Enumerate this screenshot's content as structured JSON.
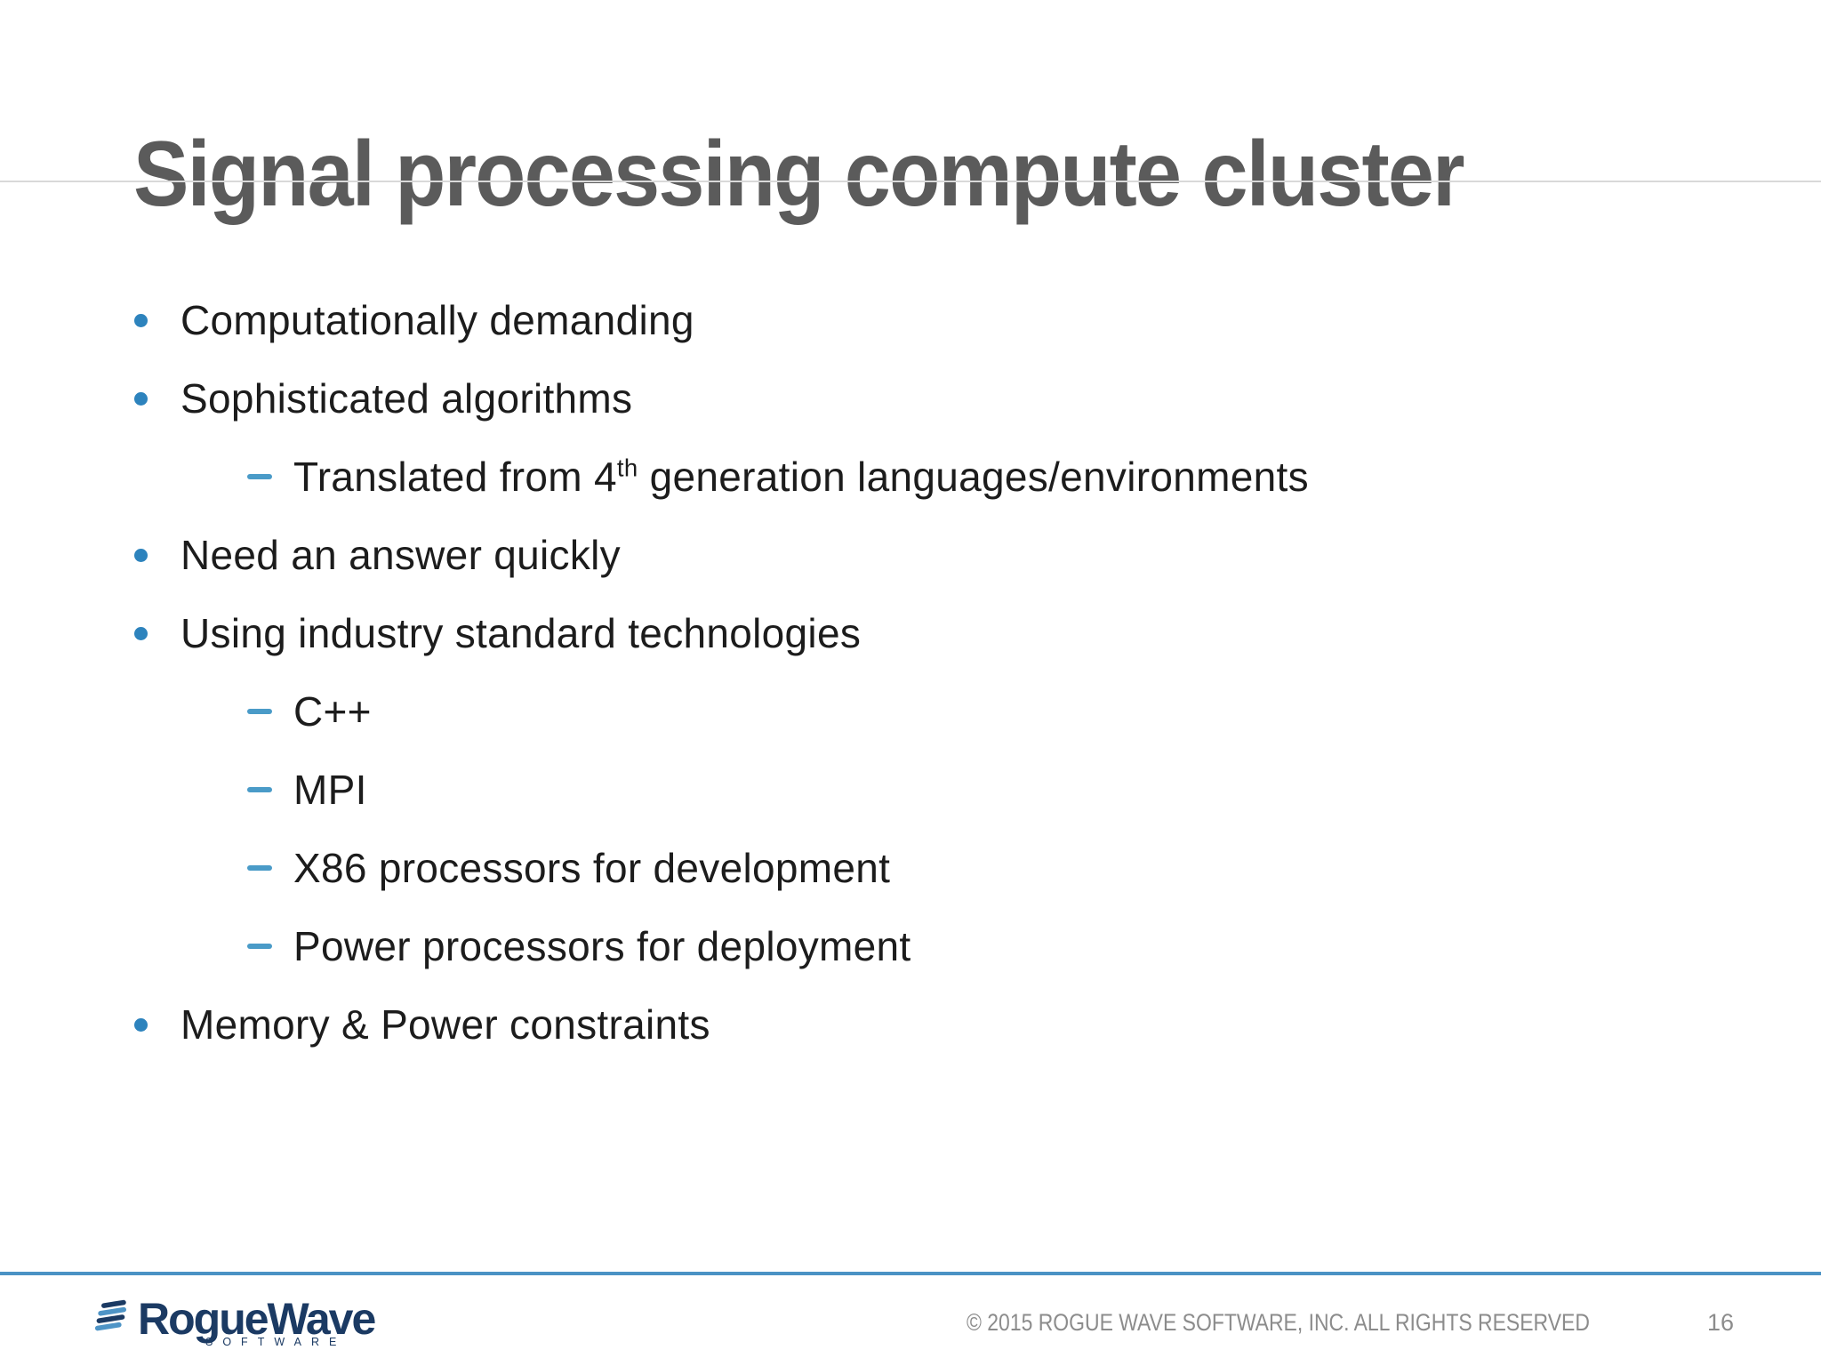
{
  "colors": {
    "title_gray": "#5b5b5b",
    "body_text": "#1c1c1c",
    "bullet_dot_blue": "#2d83bd",
    "dash_blue": "#4a9bc8",
    "footer_line_blue": "#4a92c4",
    "logo_navy": "#1b3a63",
    "logo_light_blue": "#4e94c6",
    "footer_text_gray": "#8c8c8c"
  },
  "slide": {
    "title": "Signal processing compute cluster",
    "bullets": [
      {
        "level": 1,
        "text": "Computationally demanding"
      },
      {
        "level": 1,
        "text": "Sophisticated algorithms"
      },
      {
        "level": 2,
        "text_prefix": "Translated from 4",
        "superscript": "th",
        "text_suffix": " generation languages/environments"
      },
      {
        "level": 1,
        "text": "Need an answer quickly"
      },
      {
        "level": 1,
        "text": "Using industry standard technologies"
      },
      {
        "level": 2,
        "text": "C++"
      },
      {
        "level": 2,
        "text": "MPI"
      },
      {
        "level": 2,
        "text": "X86 processors for development"
      },
      {
        "level": 2,
        "text": "Power processors for deployment"
      },
      {
        "level": 1,
        "text": "Memory & Power constraints"
      }
    ]
  },
  "footer": {
    "logo": {
      "brand": "RogueWave",
      "subtext": "SOFTWARE"
    },
    "copyright": "© 2015 ROGUE WAVE SOFTWARE, INC. ALL RIGHTS RESERVED",
    "page_number": "16"
  }
}
